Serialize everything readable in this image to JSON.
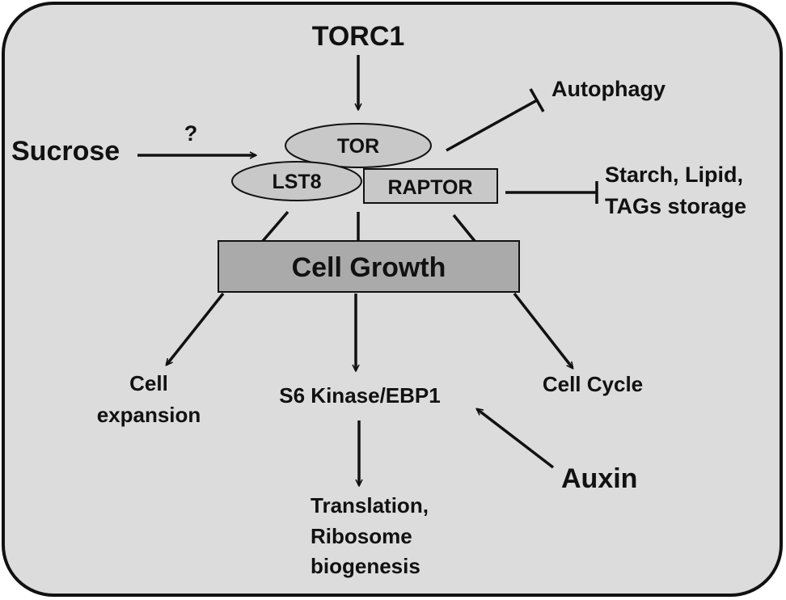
{
  "diagram": {
    "colors": {
      "panel_fill": "#dcdcdc",
      "panel_border": "#111111",
      "node_fill": "#c8c8c8",
      "growth_fill": "#aaaaaa",
      "ink": "#111111"
    },
    "inputs": {
      "torc1": "TORC1",
      "sucrose": "Sucrose",
      "sucrose_unknown_mark": "?",
      "auxin": "Auxin"
    },
    "complex": {
      "tor": "TOR",
      "lst8": "LST8",
      "raptor": "RAPTOR"
    },
    "central": {
      "cell_growth": "Cell Growth"
    },
    "inhibited": {
      "autophagy": "Autophagy",
      "storage_line1": "Starch, Lipid,",
      "storage_line2": "TAGs storage"
    },
    "outputs": {
      "cell_expansion_line1": "Cell",
      "cell_expansion_line2": "expansion",
      "s6_kinase": "S6 Kinase/EBP1",
      "cell_cycle": "Cell Cycle",
      "translation_line1": "Translation,",
      "translation_line2": "Ribosome",
      "translation_line3": "biogenesis"
    }
  }
}
